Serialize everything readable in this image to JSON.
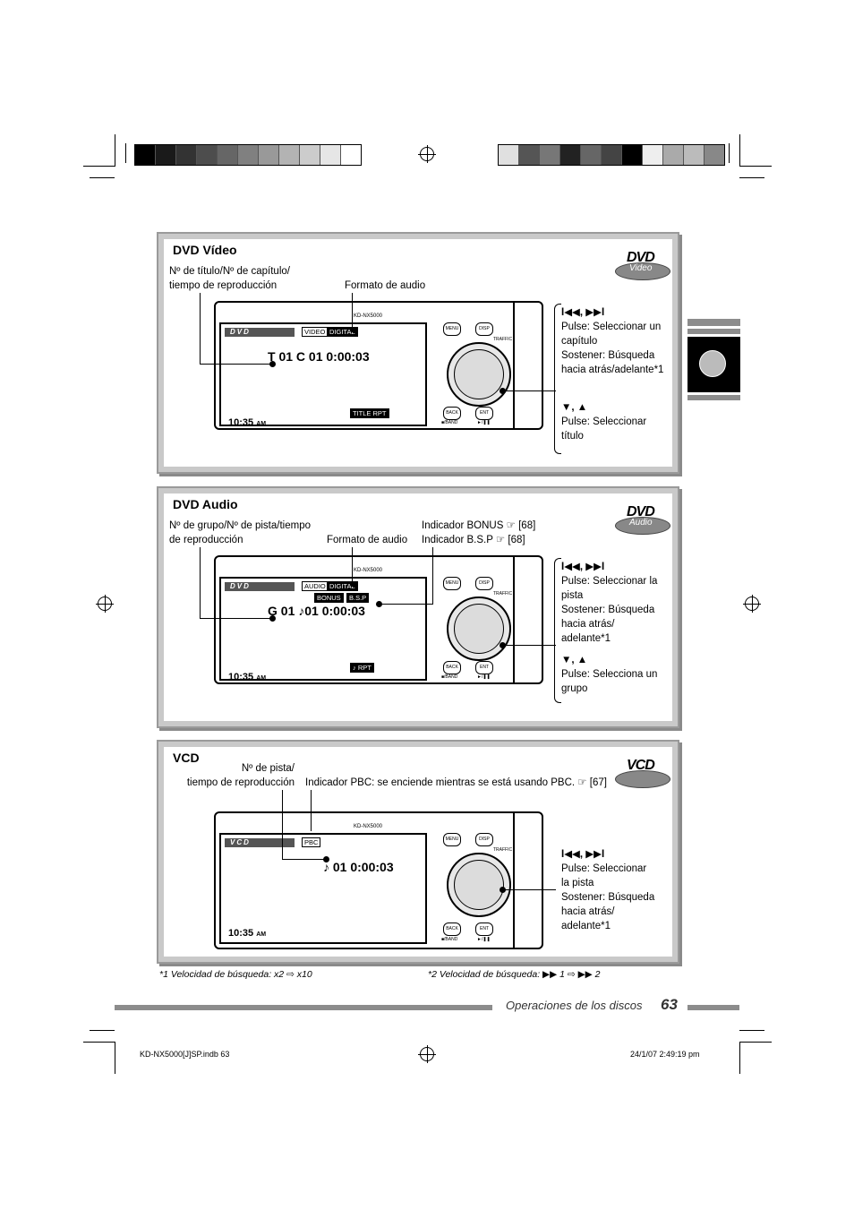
{
  "colors": {
    "panel": "#c9c9c9",
    "bar": "#8c8c8c"
  },
  "swatches_left": [
    "#000000",
    "#1a1a1a",
    "#333333",
    "#4d4d4d",
    "#666666",
    "#808080",
    "#999999",
    "#b3b3b3",
    "#cccccc",
    "#e6e6e6",
    "#ffffff"
  ],
  "swatches_right": [
    "#e0e0e0",
    "#555555",
    "#777777",
    "#222222",
    "#666666",
    "#444444",
    "#000000",
    "#eeeeee",
    "#aaaaaa",
    "#bbbbbb",
    "#888888"
  ],
  "dvd_video": {
    "title": "DVD Vídeo",
    "logo_big": "DVD",
    "logo_small": "Video",
    "cap_numbers_1": "Nº de título/Nº de capítulo/",
    "cap_numbers_2": "tiempo de reproducción",
    "cap_audio": "Formato de audio",
    "screen_bar": "DVD",
    "tag_video": "VIDEO",
    "tag_digital": "DIGITAL",
    "display_text": "T 01   C 01   0:00:03",
    "tag_rpt": "TITLE RPT",
    "clock": "10:35",
    "clock_ampm": "AM",
    "right_1_keys": "I◀◀, ▶▶I",
    "right_1_a": "Pulse: Seleccionar un",
    "right_1_b": "capítulo",
    "right_1_c": "Sostener: Búsqueda",
    "right_1_d": "hacia atrás/adelante*1",
    "right_2_keys": "▼, ▲",
    "right_2_a": "Pulse: Seleccionar",
    "right_2_b": "título"
  },
  "dvd_audio": {
    "title": "DVD Audio",
    "logo_big": "DVD",
    "logo_small": "Audio",
    "cap_numbers_1": "Nº de grupo/Nº de pista/tiempo",
    "cap_numbers_2": "de reproducción",
    "cap_audio": "Formato de audio",
    "cap_bonus": "Indicador BONUS ☞ [68]",
    "cap_bsp": "Indicador B.S.P ☞ [68]",
    "screen_bar": "DVD",
    "tag_audio": "AUDIO",
    "tag_digital": "DIGITAL",
    "tag_bonus": "BONUS",
    "tag_bsp": "B.S.P",
    "display_text": "G 01   ♪01   0:00:03",
    "tag_rpt": "♪ RPT",
    "clock": "10:35",
    "clock_ampm": "AM",
    "right_1_keys": "I◀◀, ▶▶I",
    "right_1_a": "Pulse: Seleccionar la",
    "right_1_b": "pista",
    "right_1_c": "Sostener: Búsqueda",
    "right_1_d": "hacia atrás/",
    "right_1_e": "adelante*1",
    "right_2_keys": "▼, ▲",
    "right_2_a": "Pulse: Selecciona un",
    "right_2_b": "grupo"
  },
  "vcd": {
    "title": "VCD",
    "logo_big": "VCD",
    "cap_numbers_1": "Nº de pista/",
    "cap_numbers_2": "tiempo de reproducción",
    "cap_pbc": "Indicador PBC: se enciende mientras se está usando PBC. ☞ [67]",
    "screen_bar": "VCD",
    "tag_pbc": "PBC",
    "display_text": "♪ 01   0:00:03",
    "clock": "10:35",
    "clock_ampm": "AM",
    "right_1_keys": "I◀◀, ▶▶I",
    "right_1_a": "Pulse: Seleccionar",
    "right_1_b": "la pista",
    "right_1_c": "Sostener: Búsqueda",
    "right_1_d": "hacia atrás/",
    "right_1_e": "adelante*1"
  },
  "device": {
    "model": "KD-NX5000",
    "menu": "MENU",
    "disp": "DISP",
    "traffic": "TRAFFIC",
    "back": "BACK",
    "ent": "ENT",
    "band": "■/BAND",
    "play": "►/❚❚"
  },
  "footnotes": {
    "note1": "*1  Velocidad de búsqueda: x2 ⇨ x10",
    "note2": "*2  Velocidad de búsqueda: ▶▶ 1 ⇨ ▶▶ 2"
  },
  "page": {
    "section": "Operaciones de los discos",
    "number": "63"
  },
  "slug": {
    "file": "KD-NX5000[J]SP.indb   63",
    "date": "24/1/07   2:49:19 pm"
  }
}
